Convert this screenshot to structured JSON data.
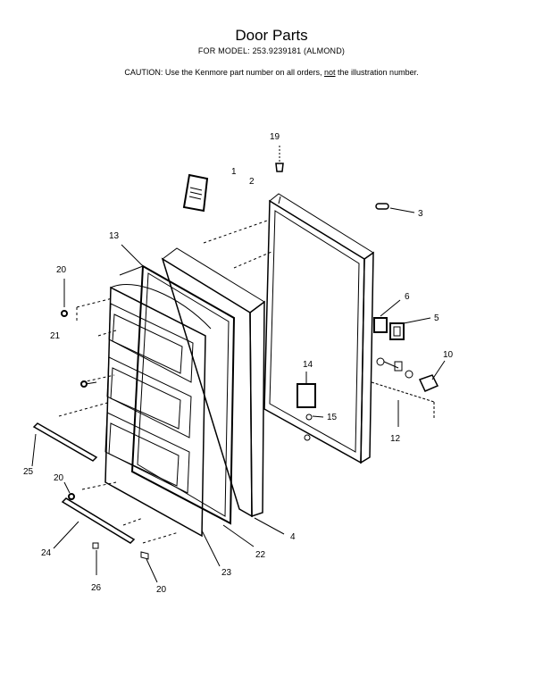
{
  "header": {
    "title": "Door Parts",
    "model_line": "FOR MODEL: 253.9239181 (ALMOND)",
    "caution_prefix": "CAUTION:  Use the Kenmore part number on all orders,",
    "caution_not": "not",
    "caution_suffix": "the illustration number."
  },
  "callouts": [
    {
      "id": "c1",
      "label": "1"
    },
    {
      "id": "c2",
      "label": "2"
    },
    {
      "id": "c3",
      "label": "3"
    },
    {
      "id": "c4",
      "label": "4"
    },
    {
      "id": "c5",
      "label": "5"
    },
    {
      "id": "c6",
      "label": "6"
    },
    {
      "id": "c10",
      "label": "10"
    },
    {
      "id": "c12",
      "label": "12"
    },
    {
      "id": "c13",
      "label": "13"
    },
    {
      "id": "c14",
      "label": "14"
    },
    {
      "id": "c15",
      "label": "15"
    },
    {
      "id": "c19",
      "label": "19"
    },
    {
      "id": "c20a",
      "label": "20"
    },
    {
      "id": "c20b",
      "label": "20"
    },
    {
      "id": "c20c",
      "label": "20"
    },
    {
      "id": "c21",
      "label": "21"
    },
    {
      "id": "c22",
      "label": "22"
    },
    {
      "id": "c23",
      "label": "23"
    },
    {
      "id": "c24",
      "label": "24"
    },
    {
      "id": "c25",
      "label": "25"
    },
    {
      "id": "c26",
      "label": "26"
    }
  ]
}
